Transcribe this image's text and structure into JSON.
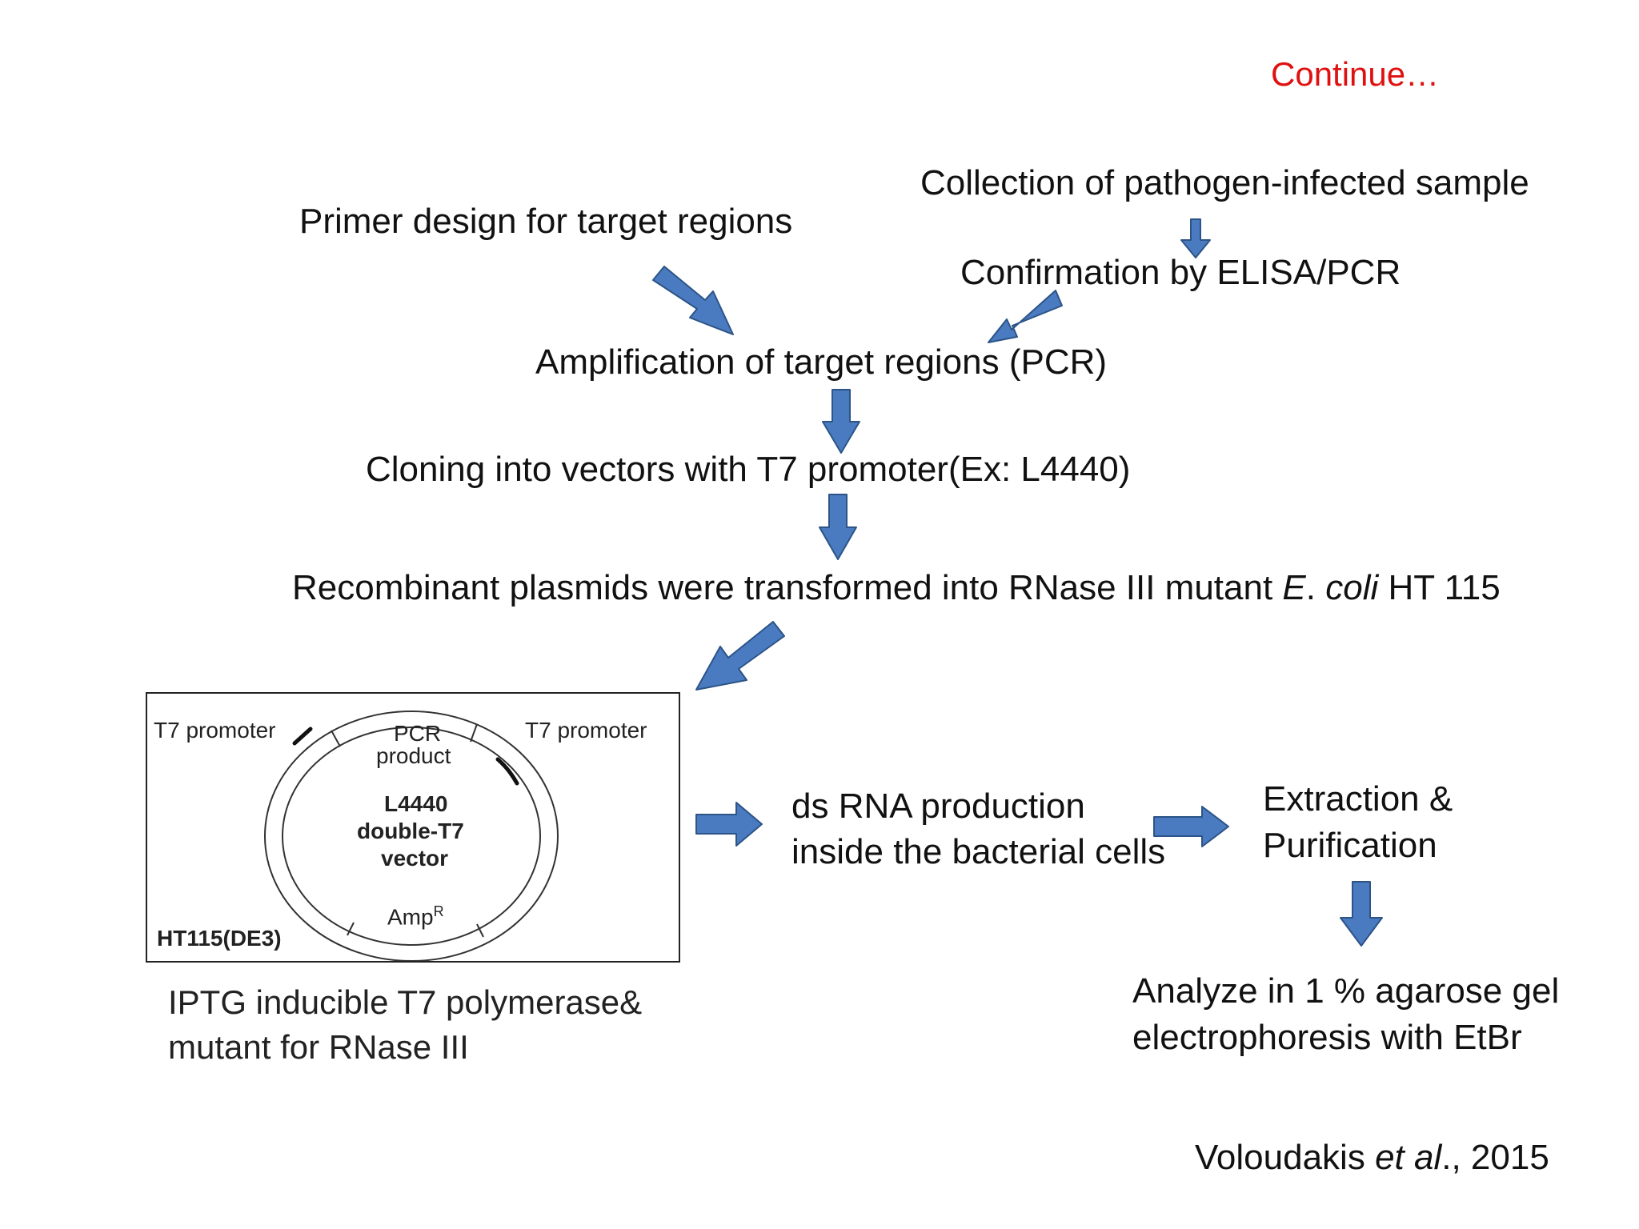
{
  "header": {
    "continue_label": "Continue…"
  },
  "steps": {
    "collection": "Collection of pathogen-infected sample",
    "primer": "Primer design for target regions",
    "confirmation": "Confirmation by ELISA/PCR",
    "amplification": "Amplification of target regions (PCR)",
    "cloning": "Cloning into vectors with T7 promoter(Ex: L4440)",
    "transform_pre": "Recombinant plasmids were transformed into RNase III mutant ",
    "transform_e": "E",
    "transform_dot": ". ",
    "transform_coli": "coli",
    "transform_post": " HT 115",
    "dsrna_line1": "ds RNA production",
    "dsrna_line2": "inside the bacterial cells",
    "extraction_line1": "Extraction &",
    "extraction_line2": "Purification",
    "analyze_line1": "Analyze in 1 % agarose gel",
    "analyze_line2": "electrophoresis with EtBr"
  },
  "plasmid": {
    "t7_left": "T7 promoter",
    "t7_right": "T7 promoter",
    "pcr_line1": "PCR",
    "pcr_line2": "product",
    "name_line1": "L4440",
    "name_line2": "double-T7",
    "name_line3": "vector",
    "amp": "Amp",
    "amp_sup": "R",
    "strain": "HT115(DE3)"
  },
  "caption": {
    "line1": "IPTG inducible T7 polymerase&",
    "line2": "mutant for RNase III"
  },
  "citation": {
    "author": "Voloudakis ",
    "etal": "et al",
    "year": "., 2015"
  },
  "colors": {
    "arrow_fill": "#4a7ac0",
    "arrow_stroke": "#2c5487",
    "continue_text": "#e01010"
  }
}
